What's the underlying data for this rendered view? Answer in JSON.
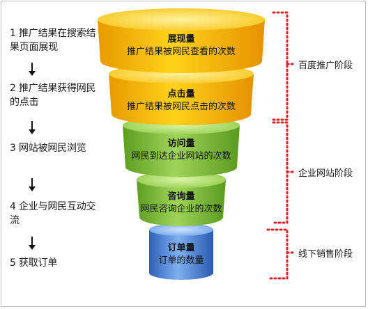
{
  "steps": [
    {
      "line1": "1 推广结果在搜索结",
      "line2": "果页面展现"
    },
    {
      "line1": "2 推广结果获得网民",
      "line2": "的点击"
    },
    {
      "line1": "3 网站被网民浏览",
      "line2": ""
    },
    {
      "line1": "4 企业与网民互动交",
      "line2": "流"
    },
    {
      "line1": "5 获取订单",
      "line2": ""
    }
  ],
  "tiers": [
    {
      "title": "展现量",
      "desc": "推广结果被网民查看的次数",
      "color": "#f2b705"
    },
    {
      "title": "点击量",
      "desc": "推广结果被网民点击的次数",
      "color": "#f2b705"
    },
    {
      "title": "访问量",
      "desc": "网民到达企业网站的次数",
      "color": "#7cbf3a"
    },
    {
      "title": "咨询量",
      "desc": "网民咨询企业的次数",
      "color": "#7cbf3a"
    },
    {
      "title": "订单量",
      "desc": "订单的数量",
      "color": "#3c78d8"
    }
  ],
  "stages": [
    {
      "label": "百度推广阶段"
    },
    {
      "label": "企业网站阶段"
    },
    {
      "label": "线下销售阶段"
    }
  ],
  "bracket_color": "#e0202a"
}
